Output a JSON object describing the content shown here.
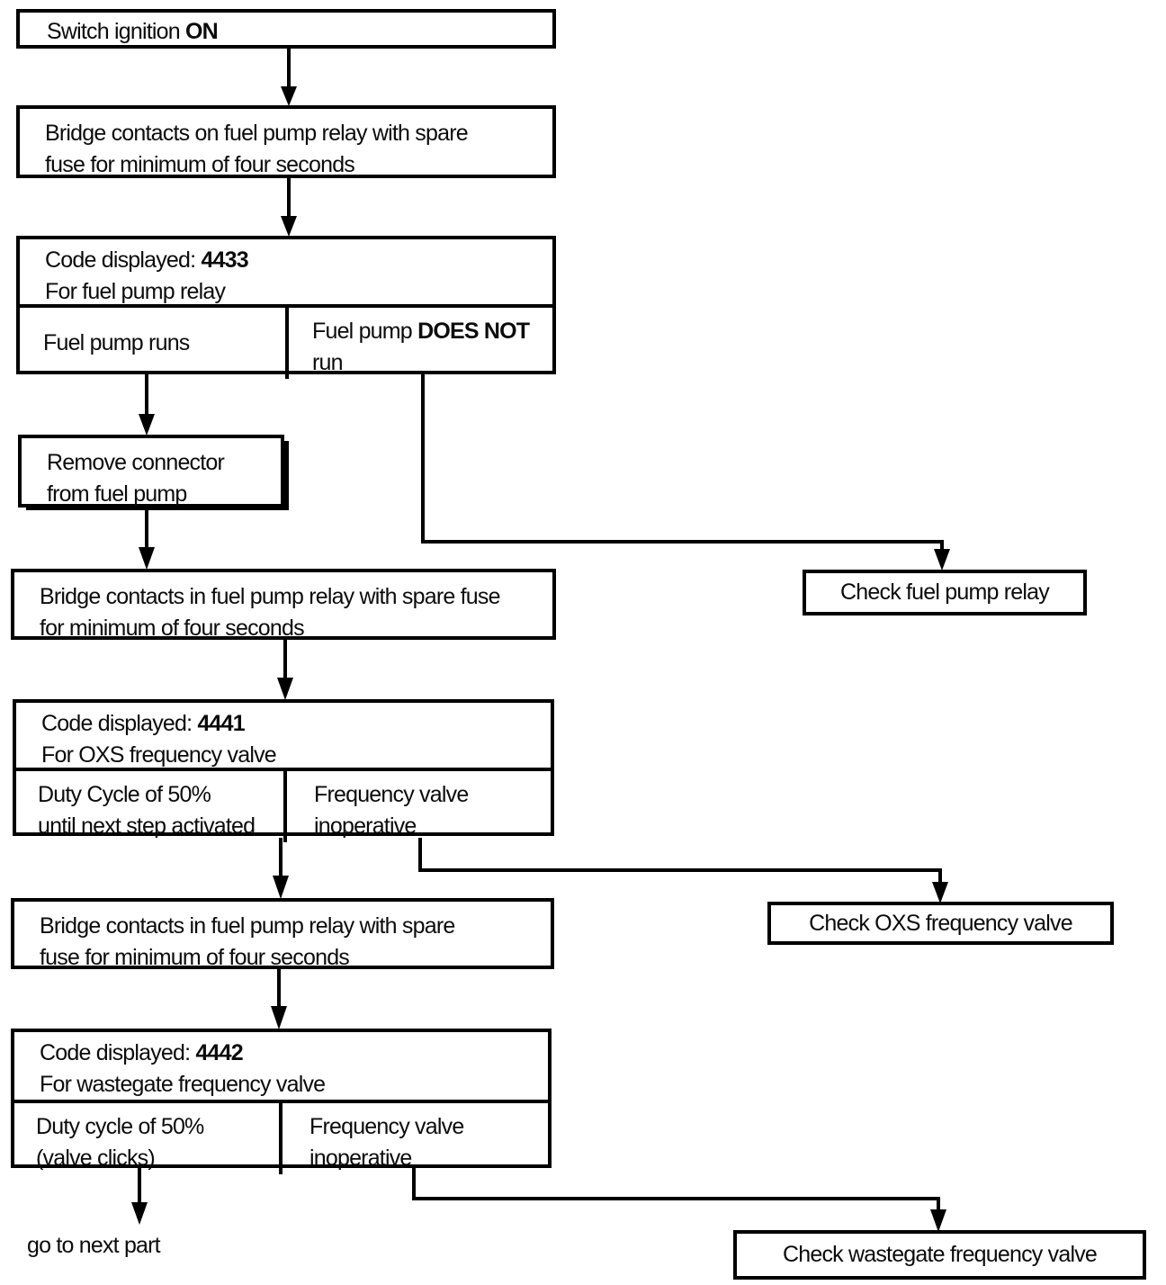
{
  "colors": {
    "ink": "#000000",
    "paper": "#ffffff"
  },
  "flowchart": {
    "nodes": {
      "switch_ignition": {
        "text": "Switch ignition ",
        "bold": "ON"
      },
      "bridge_on_relay": {
        "line1": "Bridge contacts on fuel pump relay with spare",
        "line2": "fuse for minimum of four seconds"
      },
      "code_4433": {
        "label": "Code displayed: ",
        "code": "4433",
        "subtitle": "For fuel pump relay"
      },
      "fuel_pump_runs": {
        "text": "Fuel pump runs"
      },
      "fuel_pump_does_not_run": {
        "prefix": "Fuel pump ",
        "bold": "DOES NOT",
        "line2": "run"
      },
      "remove_connector": {
        "line1": "Remove connector",
        "line2": "from fuel pump"
      },
      "bridge_in_relay_1": {
        "line1": "Bridge contacts in fuel pump relay with spare fuse",
        "line2": "for minimum of four seconds"
      },
      "check_fuel_pump_relay": {
        "text": "Check fuel pump relay"
      },
      "code_4441": {
        "label": "Code displayed: ",
        "code": "4441",
        "subtitle": "For OXS frequency valve"
      },
      "duty_cycle_4441": {
        "line1": "Duty Cycle of 50%",
        "line2": "until next step activated"
      },
      "freq_valve_inop_1": {
        "line1": "Frequency valve",
        "line2": "inoperative"
      },
      "bridge_in_relay_2": {
        "line1": "Bridge contacts in fuel pump relay with spare",
        "line2": "fuse for minimum of four seconds"
      },
      "check_oxs_valve": {
        "text": "Check OXS frequency valve"
      },
      "code_4442": {
        "label": "Code displayed: ",
        "code": "4442",
        "subtitle": "For wastegate frequency valve"
      },
      "duty_cycle_4442": {
        "line1": "Duty cycle of 50%",
        "line2": "(valve clicks)"
      },
      "freq_valve_inop_2": {
        "line1": "Frequency valve",
        "line2": "inoperative"
      },
      "go_to_next_part": {
        "text": "go to next part"
      },
      "check_wastegate_valve": {
        "text": "Check wastegate frequency valve"
      }
    }
  }
}
